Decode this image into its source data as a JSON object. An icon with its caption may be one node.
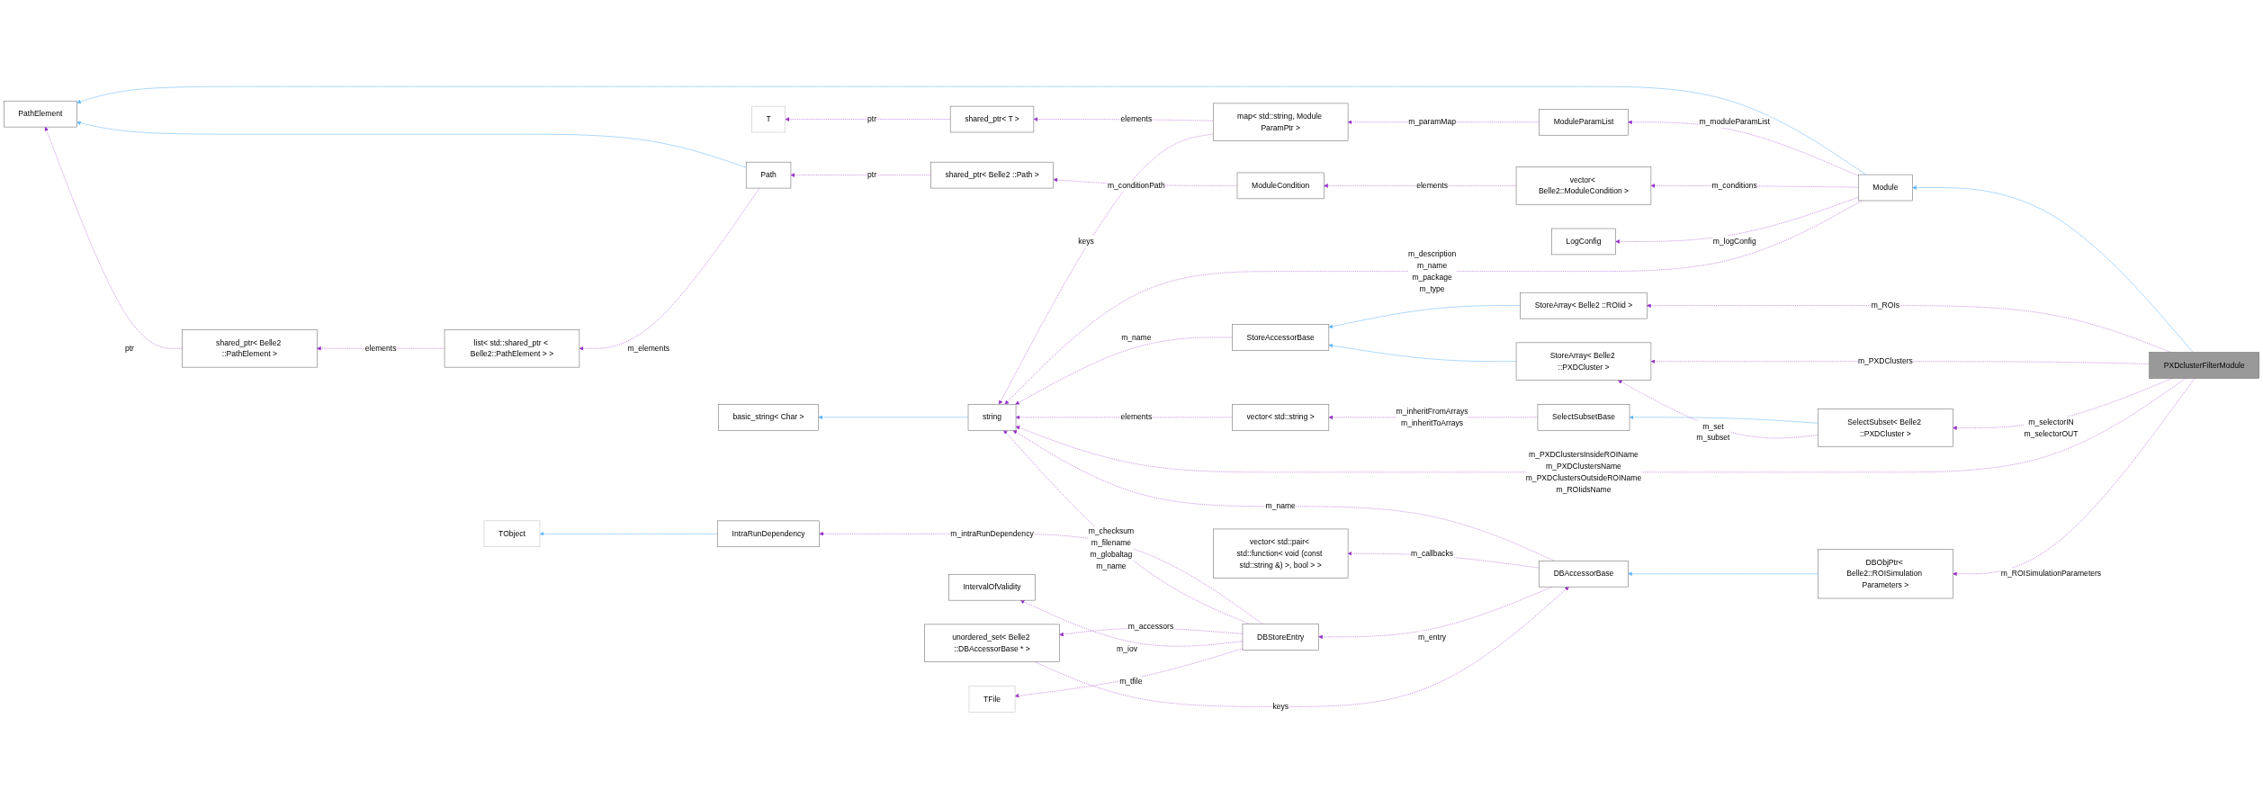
{
  "diagram": {
    "nodes": [
      {
        "text": [
          "PathElement"
        ]
      },
      {
        "text": [
          "shared_ptr< Belle2 ::PathElement >"
        ]
      },
      {
        "text": [
          "list< std::shared_ptr < Belle2::PathElement > >"
        ]
      },
      {
        "text": [
          "Path"
        ]
      },
      {
        "text": [
          "T"
        ]
      },
      {
        "text": [
          "shared_ptr< T >"
        ]
      },
      {
        "text": [
          "shared_ptr< Belle2 ::Path >"
        ]
      },
      {
        "text": [
          "map< std::string, Module ParamPtr >"
        ]
      },
      {
        "text": [
          "ModuleCondition"
        ]
      },
      {
        "text": [
          "ModuleParamList"
        ]
      },
      {
        "text": [
          "vector< Belle2::ModuleCondition >"
        ]
      },
      {
        "text": [
          "LogConfig"
        ]
      },
      {
        "text": [
          "Module"
        ]
      },
      {
        "text": [
          "basic_string< Char >"
        ]
      },
      {
        "text": [
          "string"
        ]
      },
      {
        "text": [
          "StoreAccessorBase"
        ]
      },
      {
        "text": [
          "vector< std::string >"
        ]
      },
      {
        "text": [
          "StoreArray< Belle2 ::ROIid >"
        ]
      },
      {
        "text": [
          "StoreArray< Belle2 ::PXDCluster >"
        ]
      },
      {
        "text": [
          "SelectSubsetBase"
        ]
      },
      {
        "text": [
          "SelectSubset< Belle2 ::PXDCluster >"
        ]
      },
      {
        "text": [
          "PXDclusterFilterModule"
        ]
      },
      {
        "text": [
          "TObject"
        ]
      },
      {
        "text": [
          "IntraRunDependency"
        ]
      },
      {
        "text": [
          "vector< std::pair< std::function< void (const std::string &) >, bool > >"
        ]
      },
      {
        "text": [
          "DBAccessorBase"
        ]
      },
      {
        "text": [
          "unordered_set< Belle2 ::DBAccessorBase * >"
        ]
      },
      {
        "text": [
          "IntervalOfValidity"
        ]
      },
      {
        "text": [
          "TFile"
        ]
      },
      {
        "text": [
          "DBStoreEntry"
        ]
      },
      {
        "text": [
          "DBObjPtr< Belle2::ROISimulation Parameters >"
        ]
      }
    ],
    "edges": [
      {
        "from": 3,
        "to": 0,
        "arrow": "to",
        "color": "#63b8ff"
      },
      {
        "from": 12,
        "to": 0,
        "arrow": "to",
        "color": "#63b8ff"
      },
      {
        "from": 21,
        "to": 12,
        "arrow": "to",
        "color": "#63b8ff"
      },
      {
        "from": 17,
        "to": 15,
        "arrow": "to",
        "color": "#63b8ff"
      },
      {
        "from": 18,
        "to": 15,
        "arrow": "to",
        "color": "#63b8ff"
      },
      {
        "from": 20,
        "to": 19,
        "arrow": "to",
        "color": "#63b8ff"
      },
      {
        "from": 14,
        "to": 13,
        "arrow": "to",
        "color": "#63b8ff"
      },
      {
        "from": 23,
        "to": 22,
        "arrow": "to",
        "color": "#63b8ff"
      },
      {
        "from": 30,
        "to": 25,
        "arrow": "to",
        "color": "#63b8ff"
      },
      {
        "from": 1,
        "to": 0,
        "arrow": "to",
        "label": "ptr",
        "style": "dashed"
      },
      {
        "from": 2,
        "to": 1,
        "arrow": "to",
        "label": "elements",
        "style": "dashed"
      },
      {
        "from": 3,
        "to": 2,
        "arrow": "to",
        "label": "m_elements",
        "style": "dashed"
      },
      {
        "from": 5,
        "to": 4,
        "arrow": "to",
        "label": "ptr",
        "style": "dashed"
      },
      {
        "from": 6,
        "to": 3,
        "arrow": "to",
        "label": "ptr",
        "style": "dashed"
      },
      {
        "from": 7,
        "to": 5,
        "arrow": "to",
        "label": "elements",
        "style": "dashed"
      },
      {
        "from": 7,
        "to": 14,
        "arrow": "to",
        "label": "keys",
        "style": "dashed"
      },
      {
        "from": 8,
        "to": 6,
        "arrow": "to",
        "label": "m_conditionPath",
        "style": "dashed"
      },
      {
        "from": 9,
        "to": 7,
        "arrow": "to",
        "label": "m_paramMap",
        "style": "dashed"
      },
      {
        "from": 10,
        "to": 8,
        "arrow": "to",
        "label": "elements",
        "style": "dashed"
      },
      {
        "from": 12,
        "to": 9,
        "arrow": "to",
        "label": "m_moduleParamList",
        "style": "dashed"
      },
      {
        "from": 12,
        "to": 10,
        "arrow": "to",
        "label": "m_conditions",
        "style": "dashed"
      },
      {
        "from": 12,
        "to": 11,
        "arrow": "to",
        "label": "m_logConfig",
        "style": "dashed"
      },
      {
        "from": 12,
        "to": 14,
        "arrow": "to",
        "label": "m_description m_name m_package m_type",
        "style": "dashed"
      },
      {
        "from": 15,
        "to": 14,
        "arrow": "to",
        "label": "m_name",
        "style": "dashed"
      },
      {
        "from": 16,
        "to": 14,
        "arrow": "to",
        "label": "elements",
        "style": "dashed"
      },
      {
        "from": 19,
        "to": 16,
        "arrow": "to",
        "label": "m_inheritFromArrays m_inheritToArrays",
        "style": "dashed"
      },
      {
        "from": 21,
        "to": 17,
        "arrow": "to",
        "label": "m_ROIs",
        "style": "dashed"
      },
      {
        "from": 21,
        "to": 18,
        "arrow": "to",
        "label": "m_PXDClusters",
        "style": "dashed"
      },
      {
        "from": 20,
        "to": 18,
        "arrow": "to",
        "label": "m_set m_subset",
        "style": "dashed"
      },
      {
        "from": 21,
        "to": 20,
        "arrow": "to",
        "label": "m_selectorIN m_selectorOUT",
        "style": "dashed"
      },
      {
        "from": 21,
        "to": 14,
        "arrow": "to",
        "label": "m_PXDClustersInsideROIName m_PXDClustersName m_PXDClustersOutsideROIName m_ROIidsName",
        "style": "dashed"
      },
      {
        "from": 29,
        "to": 23,
        "arrow": "to",
        "label": "m_intraRunDependency",
        "style": "dashed"
      },
      {
        "from": 29,
        "to": 14,
        "arrow": "to",
        "label": "m_checksum m_filename m_globaltag m_name",
        "style": "dashed"
      },
      {
        "from": 25,
        "to": 14,
        "arrow": "to",
        "label": "m_name",
        "style": "dashed"
      },
      {
        "from": 25,
        "to": 24,
        "arrow": "to",
        "label": "m_callbacks",
        "style": "dashed"
      },
      {
        "from": 25,
        "to": 29,
        "arrow": "to",
        "label": "m_entry",
        "style": "dashed"
      },
      {
        "from": 26,
        "to": 25,
        "arrow": "to",
        "label": "keys",
        "style": "dashed"
      },
      {
        "from": 29,
        "to": 26,
        "arrow": "to",
        "label": "m_accessors",
        "style": "dashed"
      },
      {
        "from": 29,
        "to": 27,
        "arrow": "to",
        "label": "m_iov",
        "style": "dashed"
      },
      {
        "from": 29,
        "to": 28,
        "arrow": "to",
        "label": "m_tfile",
        "style": "dashed"
      },
      {
        "from": 21,
        "to": 30,
        "arrow": "to",
        "label": "m_ROISimulationParameters",
        "style": "dashed"
      }
    ]
  }
}
